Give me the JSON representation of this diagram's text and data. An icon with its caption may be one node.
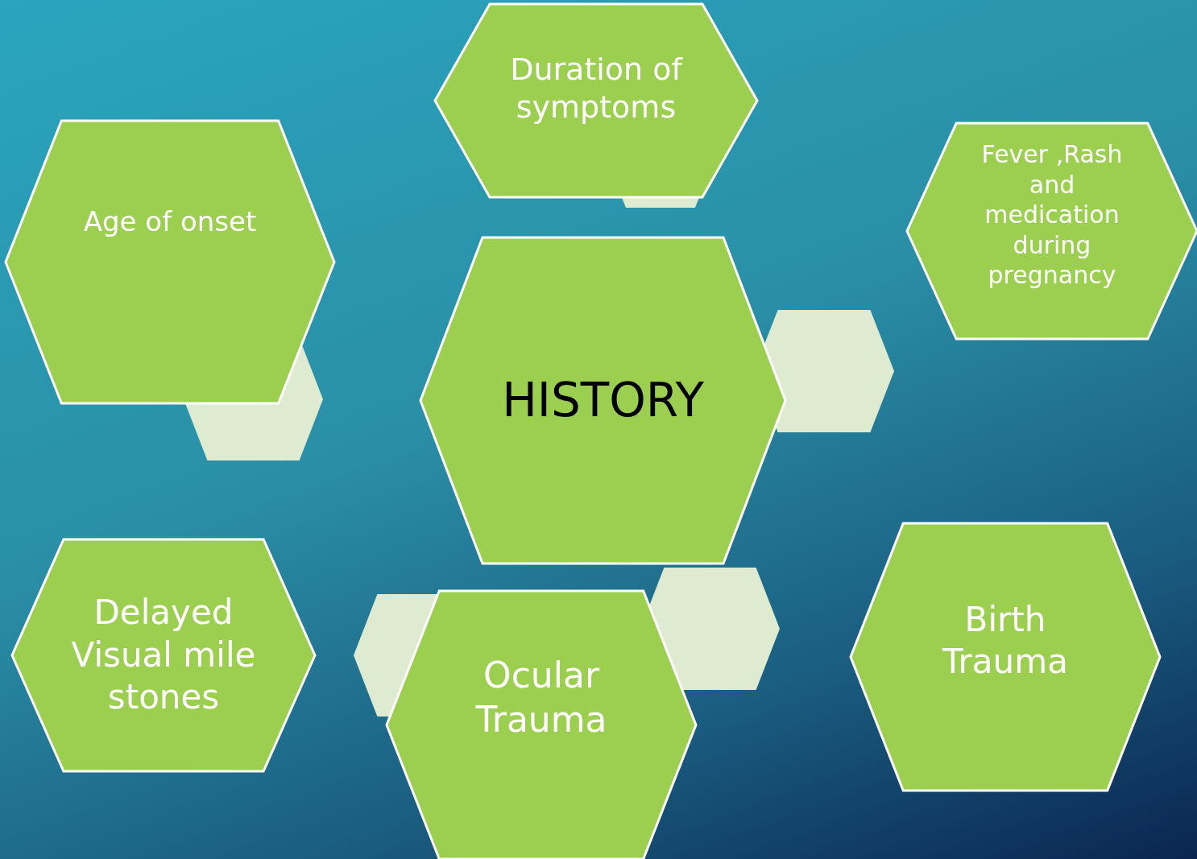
{
  "diagram": {
    "nodes": [
      {
        "text": [
          "Duration of symptoms"
        ]
      },
      {
        "text": [
          "Fever ,Rash and medication during pregnancy"
        ]
      },
      {
        "text": [
          "Age of onset"
        ]
      },
      {
        "text": [
          "HISTORY"
        ]
      },
      {
        "text": [
          "Delayed Visual mile stones"
        ]
      },
      {
        "text": [
          "Ocular Trauma"
        ]
      },
      {
        "text": [
          "Birth Trauma"
        ]
      },
      {
        "text": [],
        "shape": "hexagon"
      },
      {
        "text": [],
        "shape": "hexagon"
      },
      {
        "text": [],
        "shape": "hexagon"
      },
      {
        "text": [],
        "shape": "hexagon"
      },
      {
        "text": [],
        "shape": "hexagon"
      }
    ],
    "edges": []
  }
}
